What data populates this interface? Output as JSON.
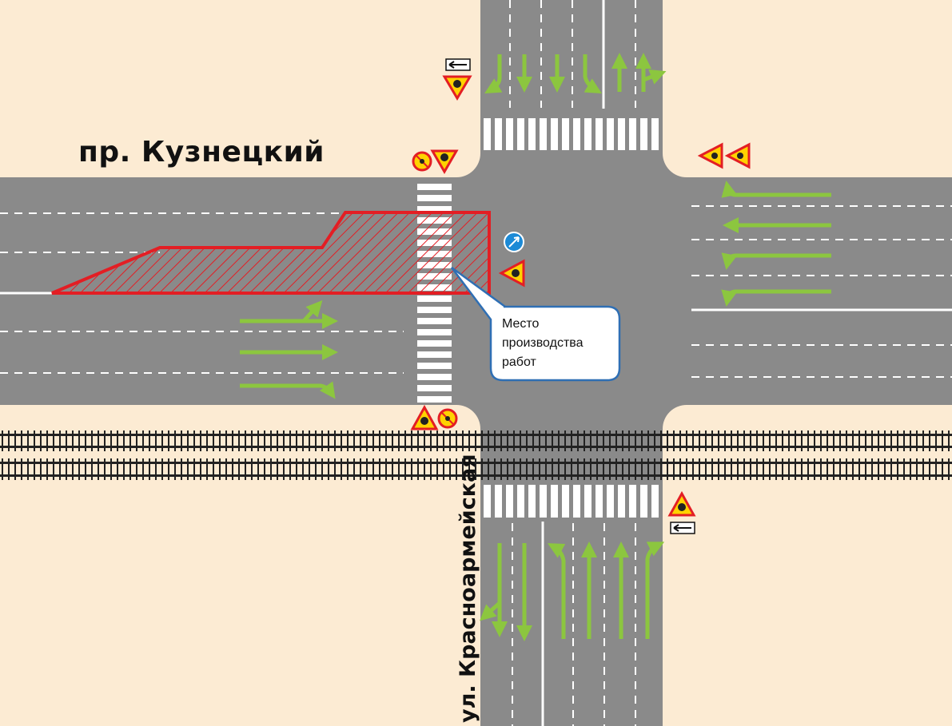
{
  "streets": {
    "horizontal": "пр. Кузнецкий",
    "vertical": "ул. Красноармейская"
  },
  "callout": {
    "lines": [
      "Место",
      "производства",
      "работ"
    ]
  },
  "signs": [
    "detour-left-arrow-plate-icon",
    "road-works-triangle-icon",
    "no-pedestrians-icon",
    "road-works-triangle-icon",
    "road-works-triangle-icon",
    "keep-right-icon",
    "road-works-triangle-icon",
    "no-pedestrians-icon",
    "detour-left-arrow-plate-icon"
  ],
  "colors": {
    "ground": "#fcebd3",
    "road": "#8a8a8a",
    "lane_arrow": "#8cc63f",
    "work_zone": "#e31e24",
    "callout_border": "#2f6fb4",
    "sign_blue": "#1c8ad6",
    "sign_yellow": "#ffd200"
  }
}
